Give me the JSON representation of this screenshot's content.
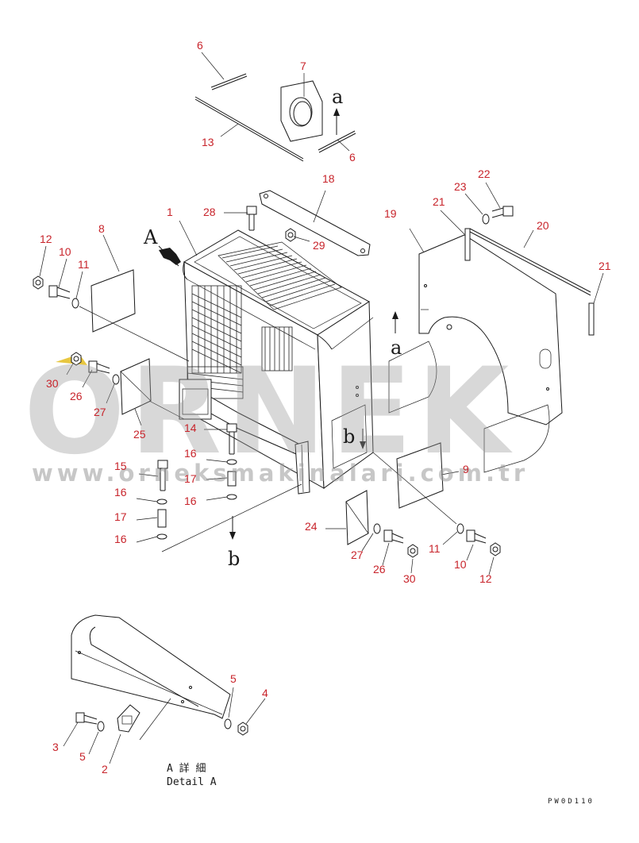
{
  "watermark": {
    "brand": "ORNEK",
    "url": "www.orneksmakinalari.com.tr",
    "logo_color": "#e0b400"
  },
  "view_arrows": {
    "A": "A",
    "a_top": "a",
    "a_right": "a",
    "b_left": "b",
    "b_mid": "b"
  },
  "detail_caption": {
    "jp": "A 詳 細",
    "en": "Detail A"
  },
  "drawing_code": "PW0D110",
  "callouts": [
    {
      "id": "c1",
      "label": "1"
    },
    {
      "id": "c2",
      "label": "2"
    },
    {
      "id": "c3",
      "label": "3"
    },
    {
      "id": "c4",
      "label": "4"
    },
    {
      "id": "c5a",
      "label": "5"
    },
    {
      "id": "c5b",
      "label": "5"
    },
    {
      "id": "c6a",
      "label": "6"
    },
    {
      "id": "c6b",
      "label": "6"
    },
    {
      "id": "c7",
      "label": "7"
    },
    {
      "id": "c8",
      "label": "8"
    },
    {
      "id": "c9",
      "label": "9"
    },
    {
      "id": "c10a",
      "label": "10"
    },
    {
      "id": "c10b",
      "label": "10"
    },
    {
      "id": "c11a",
      "label": "11"
    },
    {
      "id": "c11b",
      "label": "11"
    },
    {
      "id": "c12a",
      "label": "12"
    },
    {
      "id": "c12b",
      "label": "12"
    },
    {
      "id": "c13",
      "label": "13"
    },
    {
      "id": "c14",
      "label": "14"
    },
    {
      "id": "c15",
      "label": "15"
    },
    {
      "id": "c16a",
      "label": "16"
    },
    {
      "id": "c16b",
      "label": "16"
    },
    {
      "id": "c16c",
      "label": "16"
    },
    {
      "id": "c16d",
      "label": "16"
    },
    {
      "id": "c17a",
      "label": "17"
    },
    {
      "id": "c17b",
      "label": "17"
    },
    {
      "id": "c18",
      "label": "18"
    },
    {
      "id": "c19",
      "label": "19"
    },
    {
      "id": "c20",
      "label": "20"
    },
    {
      "id": "c21a",
      "label": "21"
    },
    {
      "id": "c21b",
      "label": "21"
    },
    {
      "id": "c22",
      "label": "22"
    },
    {
      "id": "c23",
      "label": "23"
    },
    {
      "id": "c24",
      "label": "24"
    },
    {
      "id": "c25",
      "label": "25"
    },
    {
      "id": "c26a",
      "label": "26"
    },
    {
      "id": "c26b",
      "label": "26"
    },
    {
      "id": "c27a",
      "label": "27"
    },
    {
      "id": "c27b",
      "label": "27"
    },
    {
      "id": "c28",
      "label": "28"
    },
    {
      "id": "c29",
      "label": "29"
    },
    {
      "id": "c30a",
      "label": "30"
    },
    {
      "id": "c30b",
      "label": "30"
    }
  ],
  "colors": {
    "callout_text": "#c8242b",
    "line": "#1a1a1a",
    "watermark": "#9a9a9a"
  }
}
